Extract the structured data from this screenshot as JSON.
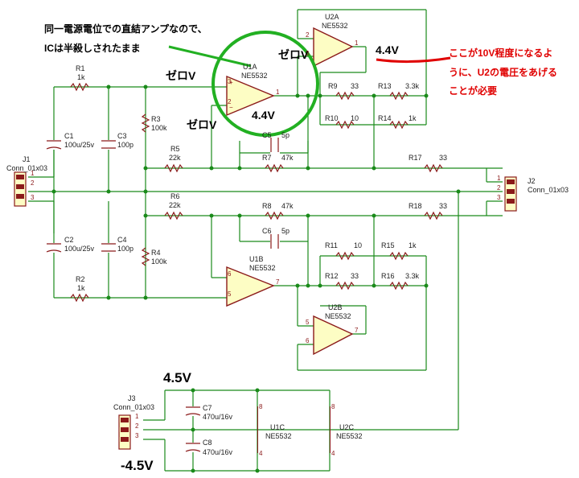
{
  "annotations": {
    "note_green": [
      "同一電源電位での直結アンプなので、",
      "ICは半殺しされたまま"
    ],
    "note_red": [
      "ここが10V程度になるよ",
      "うに、U2の電圧をあげる",
      "ことが必要"
    ],
    "zero_v": "ゼロV",
    "out_v": "4.4V",
    "vplus": "4.5V",
    "vminus": "-4.5V"
  },
  "parts": {
    "R1": {
      "ref": "R1",
      "val": "1k"
    },
    "R2": {
      "ref": "R2",
      "val": "1k"
    },
    "R3": {
      "ref": "R3",
      "val": "100k"
    },
    "R4": {
      "ref": "R4",
      "val": "100k"
    },
    "R5": {
      "ref": "R5",
      "val": "22k"
    },
    "R6": {
      "ref": "R6",
      "val": "22k"
    },
    "R7": {
      "ref": "R7",
      "val": "47k"
    },
    "R8": {
      "ref": "R8",
      "val": "47k"
    },
    "R9": {
      "ref": "R9",
      "val": "33"
    },
    "R10": {
      "ref": "R10",
      "val": "10"
    },
    "R11": {
      "ref": "R11",
      "val": "10"
    },
    "R12": {
      "ref": "R12",
      "val": "33"
    },
    "R13": {
      "ref": "R13",
      "val": "3.3k"
    },
    "R14": {
      "ref": "R14",
      "val": "1k"
    },
    "R15": {
      "ref": "R15",
      "val": "1k"
    },
    "R16": {
      "ref": "R16",
      "val": "3.3k"
    },
    "R17": {
      "ref": "R17",
      "val": "33"
    },
    "R18": {
      "ref": "R18",
      "val": "33"
    },
    "C1": {
      "ref": "C1",
      "val": "100u/25v"
    },
    "C2": {
      "ref": "C2",
      "val": "100u/25v"
    },
    "C3": {
      "ref": "C3",
      "val": "100p"
    },
    "C4": {
      "ref": "C4",
      "val": "100p"
    },
    "C5": {
      "ref": "C5",
      "val": "5p"
    },
    "C6": {
      "ref": "C6",
      "val": "5p"
    },
    "C7": {
      "ref": "C7",
      "val": "470u/16v"
    },
    "C8": {
      "ref": "C8",
      "val": "470u/16v"
    },
    "U1A": {
      "ref": "U1A",
      "val": "NE5532"
    },
    "U2A": {
      "ref": "U2A",
      "val": "NE5532"
    },
    "U1B": {
      "ref": "U1B",
      "val": "NE5532"
    },
    "U2B": {
      "ref": "U2B",
      "val": "NE5532"
    },
    "U1C": {
      "ref": "U1C",
      "val": "NE5532"
    },
    "U2C": {
      "ref": "U2C",
      "val": "NE5532"
    },
    "J1": {
      "ref": "J1",
      "val": "Conn_01x03"
    },
    "J2": {
      "ref": "J2",
      "val": "Conn_01x03"
    },
    "J3": {
      "ref": "J3",
      "val": "Conn_01x03"
    }
  }
}
